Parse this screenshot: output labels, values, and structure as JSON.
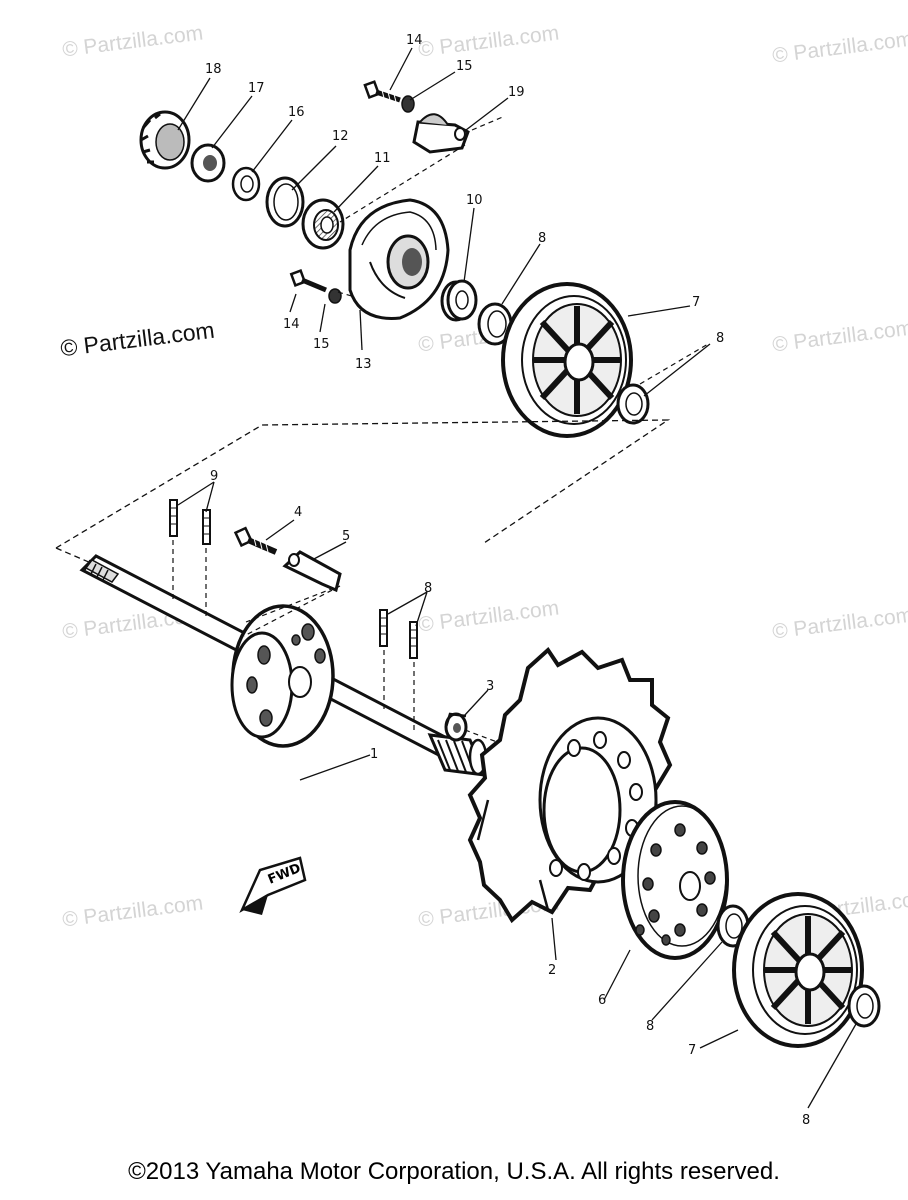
{
  "watermarks": {
    "text": "© Partzilla.com",
    "main": "© Partzilla.com"
  },
  "callouts": {
    "c1": "1",
    "c2": "2",
    "c3": "3",
    "c4": "4",
    "c5": "5",
    "c6": "6",
    "c7a": "7",
    "c7b": "7",
    "c8a": "8",
    "c8b": "8",
    "c8c": "8",
    "c8d": "8",
    "c8e": "8",
    "c9": "9",
    "c10": "10",
    "c11": "11",
    "c12": "12",
    "c13": "13",
    "c14a": "14",
    "c14b": "14",
    "c15a": "15",
    "c15b": "15",
    "c16": "16",
    "c17": "17",
    "c18": "18",
    "c19": "19"
  },
  "fwd_label": "FWD",
  "footer": "©2013  Yamaha Motor Corporation, U.S.A. All rights reserved."
}
